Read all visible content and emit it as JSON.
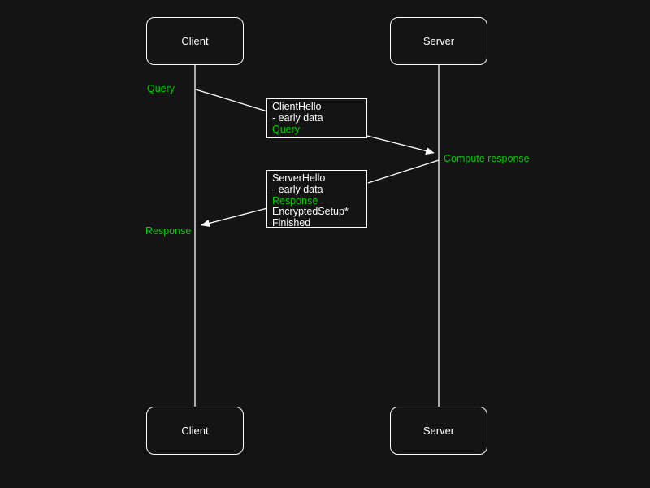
{
  "colors": {
    "bg": "#141414",
    "line": "#ffffff",
    "text": "#ffffff",
    "accent": "#00cc00"
  },
  "actors": {
    "client_top": "Client",
    "server_top": "Server",
    "client_bottom": "Client",
    "server_bottom": "Server"
  },
  "messages": {
    "client_hello": {
      "lines": [
        {
          "text": "ClientHello"
        },
        {
          "text": "- early data"
        },
        {
          "text": "Query",
          "accent": true
        }
      ]
    },
    "server_hello": {
      "lines": [
        {
          "text": "ServerHello"
        },
        {
          "text": "- early data"
        },
        {
          "text": "Response",
          "accent": true
        },
        {
          "text": "EncryptedSetup*"
        },
        {
          "text": "Finished"
        }
      ]
    }
  },
  "edge_labels": {
    "query": "Query",
    "compute_response": "Compute response",
    "response": "Response"
  }
}
